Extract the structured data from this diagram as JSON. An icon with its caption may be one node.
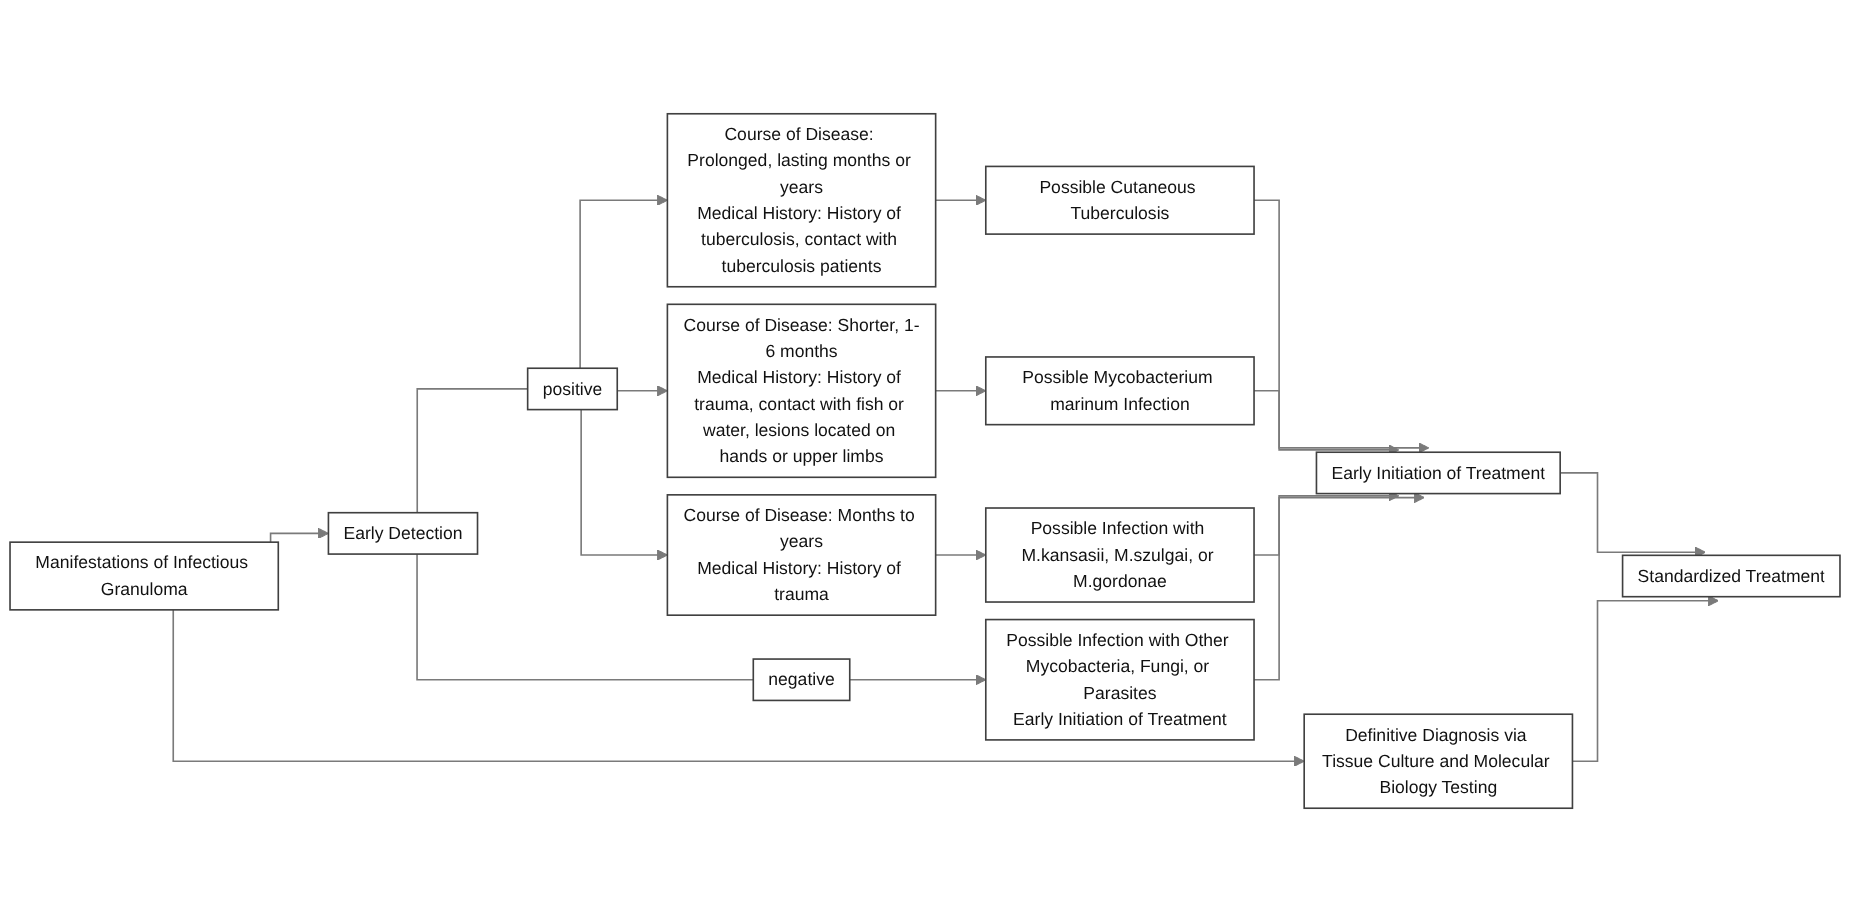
{
  "diagram": {
    "nodes": [
      {
        "text": [
          "Manifestations of Infectious Granuloma"
        ]
      },
      {
        "text": [
          "Early Detection"
        ]
      },
      {
        "text": [
          "positive"
        ]
      },
      {
        "text": [
          "negative"
        ]
      },
      {
        "text": [
          "Course of Disease: Prolonged, lasting months or years",
          "Medical History: History of tuberculosis, contact with tuberculosis patients"
        ]
      },
      {
        "text": [
          "Course of Disease: Shorter, 1-6 months",
          "Medical History: History of trauma, contact with fish or water, lesions located on hands or upper limbs"
        ]
      },
      {
        "text": [
          "Course of Disease: Months to years",
          "Medical History: History of trauma"
        ]
      },
      {
        "text": [
          "Possible Cutaneous Tuberculosis"
        ]
      },
      {
        "text": [
          "Possible Mycobacterium marinum Infection"
        ]
      },
      {
        "text": [
          "Possible Infection with M.kansasii, M.szulgai, or M.gordonae"
        ]
      },
      {
        "text": [
          "Possible Infection with Other Mycobacteria, Fungi, or Parasites",
          "Early Initiation of Treatment"
        ]
      },
      {
        "text": [
          "Early Initiation of Treatment"
        ]
      },
      {
        "text": [
          "Definitive Diagnosis via Tissue Culture and Molecular Biology Testing"
        ]
      },
      {
        "text": [
          "Standardized Treatment"
        ]
      }
    ],
    "edges": [
      {
        "from": 0,
        "to": 1,
        "arrow": "to"
      },
      {
        "from": 0,
        "to": 12,
        "arrow": "to"
      },
      {
        "from": 1,
        "to": 2,
        "arrow": "none"
      },
      {
        "from": 1,
        "to": 3,
        "arrow": "none"
      },
      {
        "from": 2,
        "to": 4,
        "arrow": "to"
      },
      {
        "from": 2,
        "to": 5,
        "arrow": "to"
      },
      {
        "from": 2,
        "to": 6,
        "arrow": "to"
      },
      {
        "from": 3,
        "to": 10,
        "arrow": "to"
      },
      {
        "from": 4,
        "to": 7,
        "arrow": "to"
      },
      {
        "from": 5,
        "to": 8,
        "arrow": "to"
      },
      {
        "from": 6,
        "to": 9,
        "arrow": "to"
      },
      {
        "from": 7,
        "to": 11,
        "arrow": "to"
      },
      {
        "from": 8,
        "to": 11,
        "arrow": "to"
      },
      {
        "from": 9,
        "to": 11,
        "arrow": "to"
      },
      {
        "from": 10,
        "to": 11,
        "arrow": "to"
      },
      {
        "from": 11,
        "to": 13,
        "arrow": "to"
      },
      {
        "from": 12,
        "to": 13,
        "arrow": "to"
      }
    ]
  }
}
